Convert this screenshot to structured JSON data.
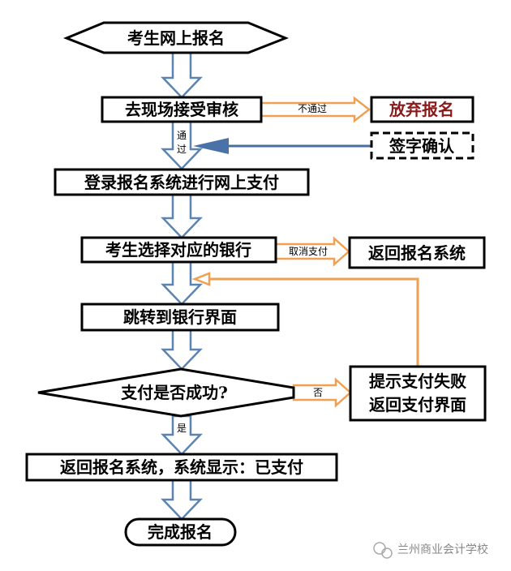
{
  "nodes": {
    "start": "考生网上报名",
    "onsite_review": "去现场接受审核",
    "give_up": "放弃报名",
    "sign_confirm": "签字确认",
    "login_pay": "登录报名系统进行网上支付",
    "choose_bank": "考生选择对应的银行",
    "return_system": "返回报名系统",
    "jump_bank": "跳转到银行界面",
    "pay_success": "支付是否成功?",
    "fail_line1": "提示支付失败",
    "fail_line2": "返回支付界面",
    "paid": "返回报名系统，系统显示：已支付",
    "done": "完成报名"
  },
  "edges": {
    "not_pass": "不通过",
    "pass_1": "通",
    "pass_2": "过",
    "cancel_pay": "取消支付",
    "no": "否",
    "yes": "是"
  },
  "colors": {
    "flow_arrow": "#5b84b1",
    "branch_arrow": "#f0a050",
    "give_up_text": "#8b1a1a"
  },
  "watermark": "兰州商业会计学校"
}
